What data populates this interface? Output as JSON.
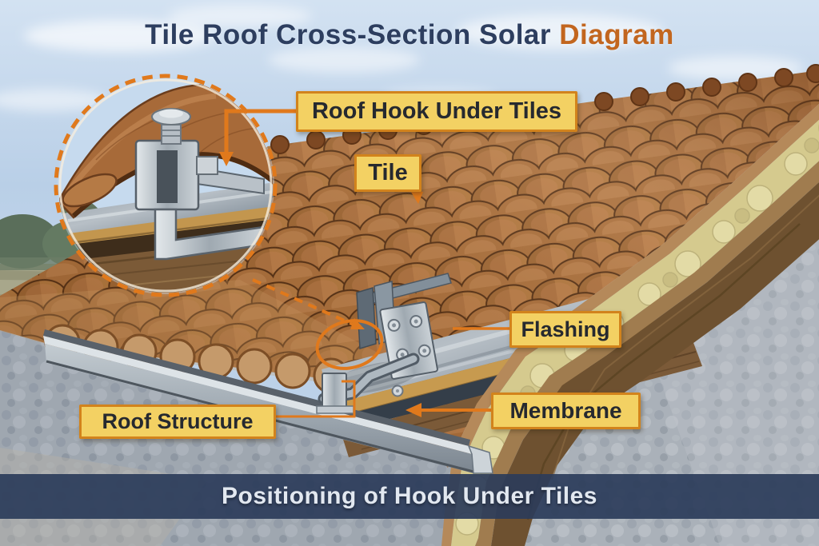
{
  "title": {
    "main": "Tile Roof Cross-Section Solar",
    "accent": "Diagram"
  },
  "callouts": {
    "roof_hook": "Roof Hook Under Tiles",
    "tile": "Tile",
    "flashing": "Flashing",
    "membrane": "Membrane",
    "roof_structure": "Roof Structure"
  },
  "caption": "Positioning of Hook Under Tiles",
  "colors": {
    "label_background": "#f3d163",
    "label_border": "#d2831c",
    "label_text": "#26292f",
    "title_text": "#2d3e5f",
    "title_accent": "#c2661f",
    "banner_background": "#2b3c5a",
    "banner_text": "#e2e8f0",
    "annotation_orange": "#e0791c",
    "tile_terracotta": "#a86e3b",
    "flashing_grey": "#9aa6b0",
    "insulation_yellow": "#d8ce92",
    "wood_brown": "#7b5a38",
    "sky_blue": "#c3d7ec",
    "stone_grey": "#aab1b9"
  }
}
